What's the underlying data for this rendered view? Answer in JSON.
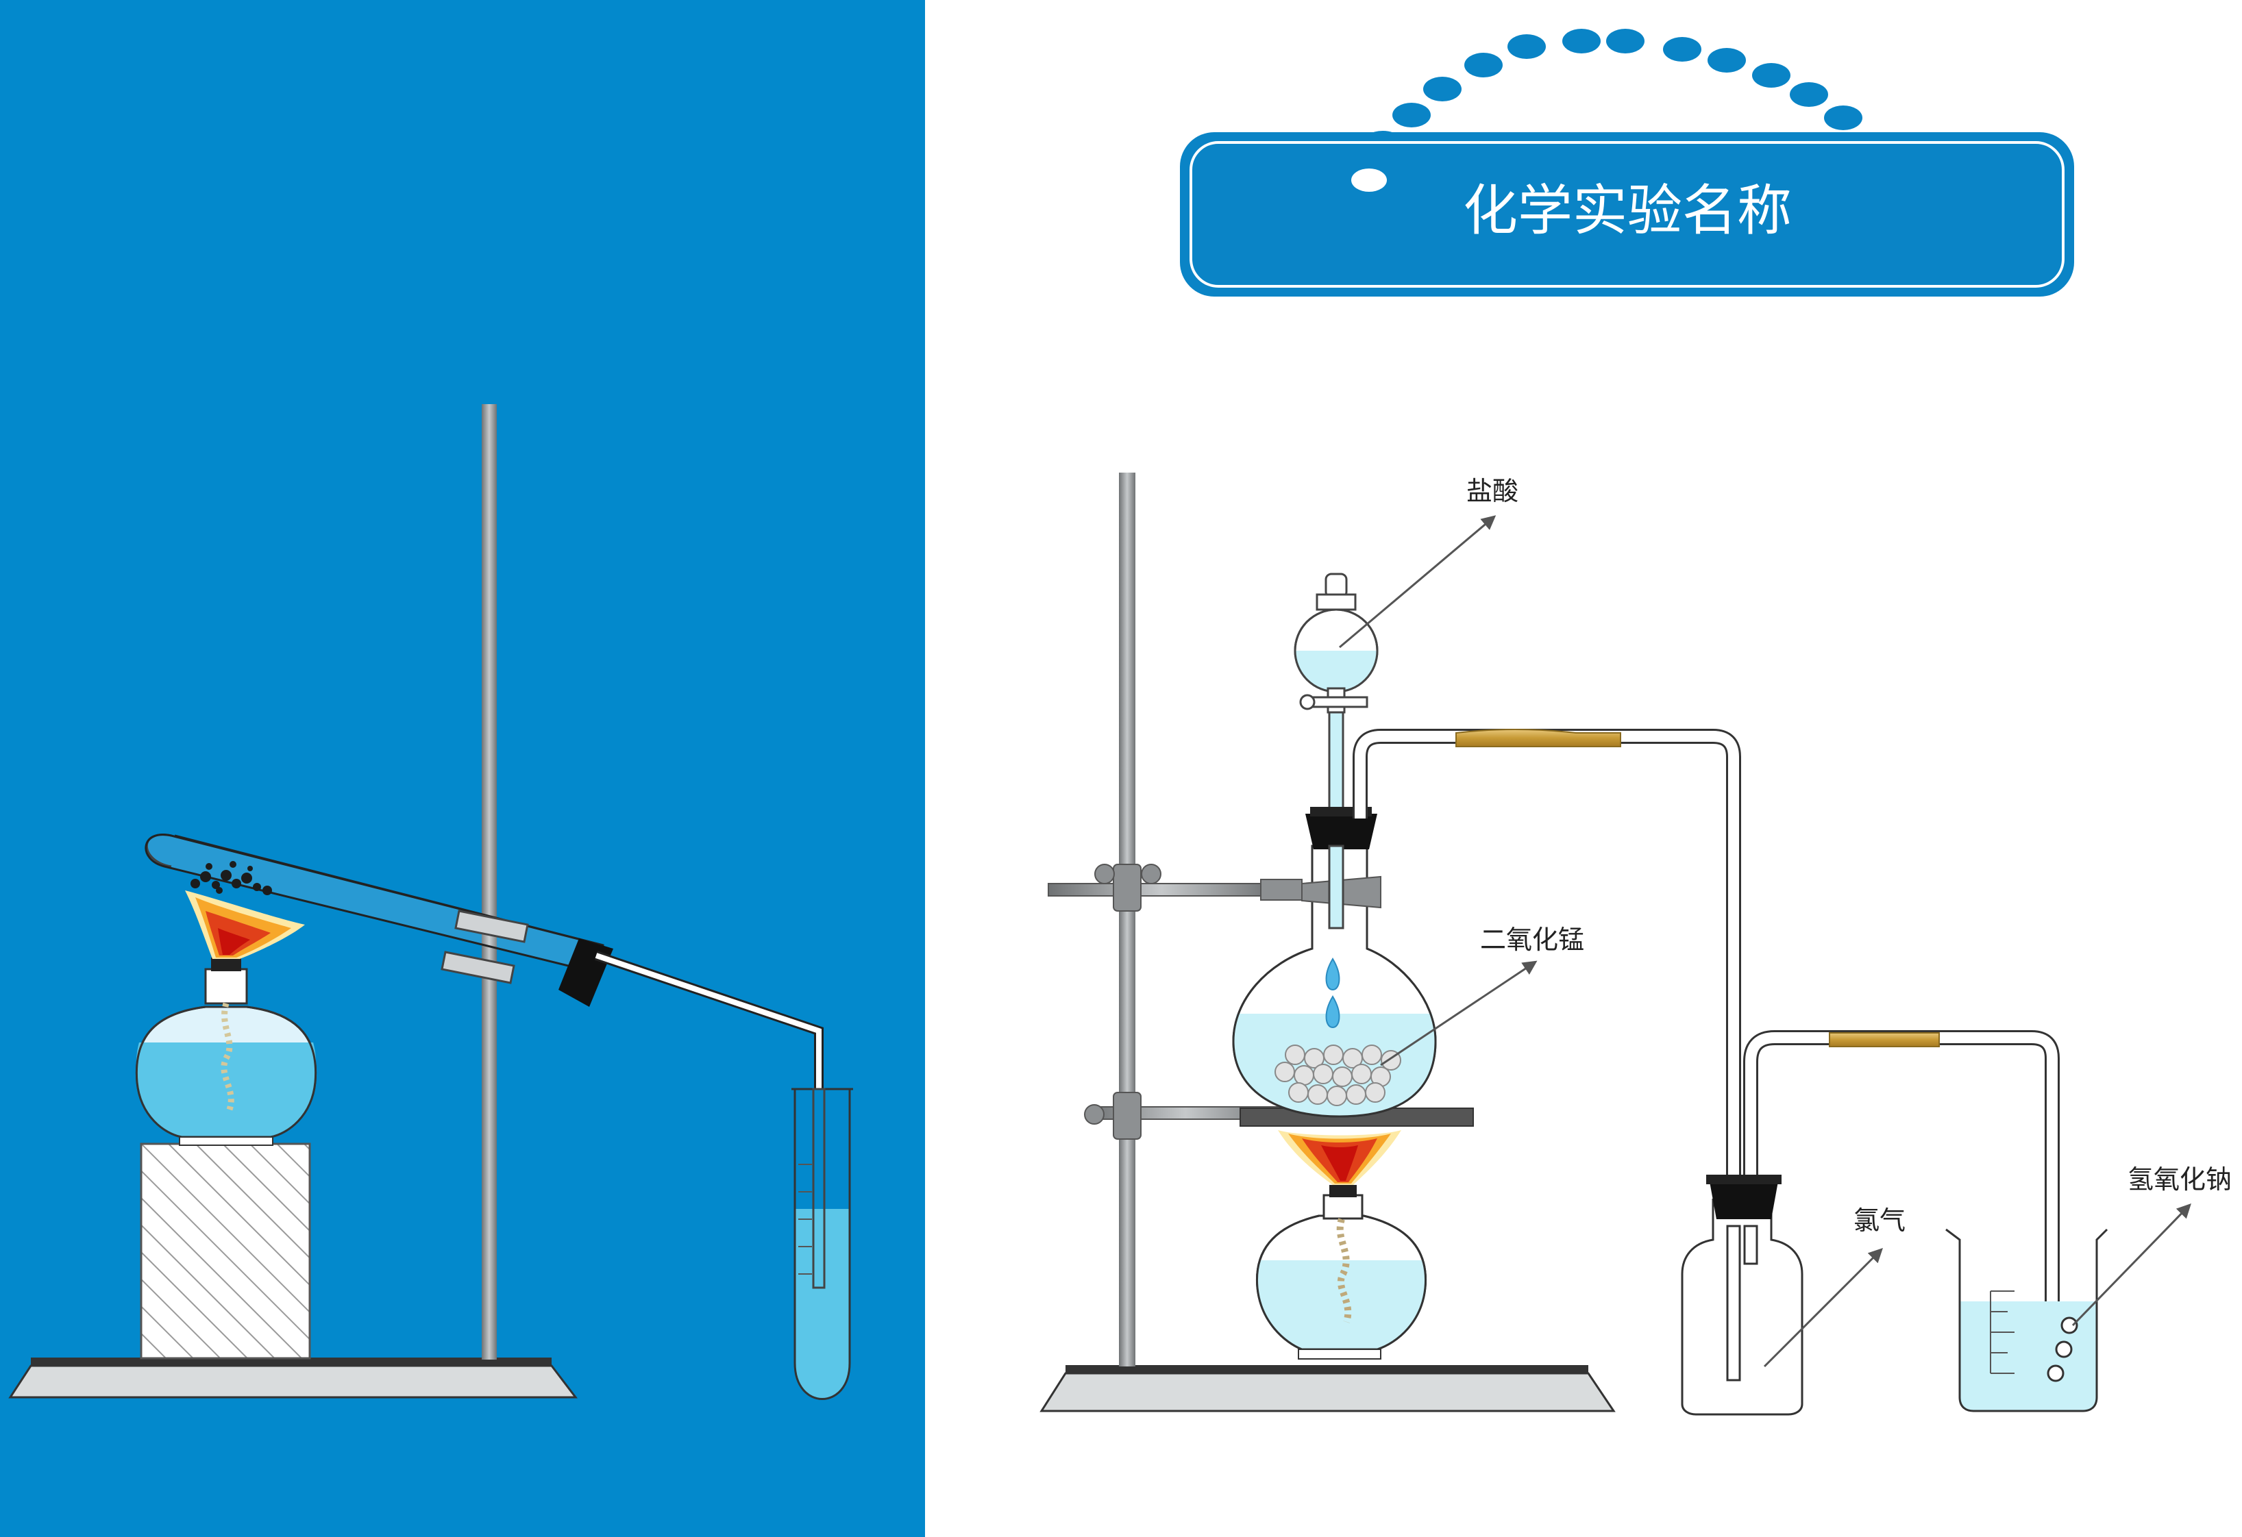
{
  "title": "化学实验名称",
  "labels": {
    "hydrochloric_acid": "盐酸",
    "manganese_dioxide": "二氧化锰",
    "chlorine": "氯气",
    "sodium_hydroxide": "氢氧化钠"
  },
  "colors": {
    "left_panel": "#0389cc",
    "title_box": "#0a84c6",
    "liquid_blue": "#5bc6e8",
    "liquid_light": "#c9f1f8",
    "rubber_hose": "#c9a24a",
    "stand_metal": "#8d9092",
    "flame_outer": "#f9c23a",
    "flame_inner": "#e02a10"
  },
  "icons": {
    "left_setup": "heating-test-tube-apparatus",
    "right_setup": "chlorine-generation-apparatus"
  }
}
